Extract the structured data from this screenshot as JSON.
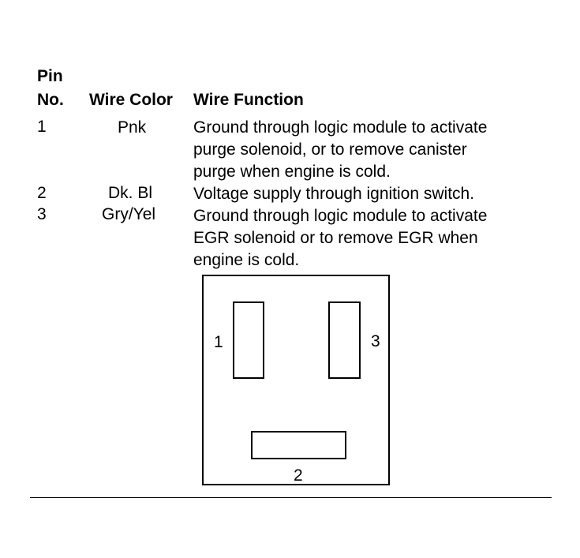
{
  "header": {
    "pin_label_line1": "Pin",
    "pin_label_line2": "No.",
    "wire_color": "Wire Color",
    "wire_function": "Wire Function"
  },
  "rows": [
    {
      "pin": "1",
      "color": "Pnk",
      "function_lines": [
        "Ground through logic module to activate",
        "purge solenoid, or to remove canister",
        "purge when engine is cold."
      ]
    },
    {
      "pin": "2",
      "color": "Dk. Bl",
      "function_lines": [
        "Voltage supply through ignition switch."
      ]
    },
    {
      "pin": "3",
      "color": "Gry/Yel",
      "function_lines": [
        "Ground through logic module to activate",
        "EGR solenoid or to remove EGR when",
        "engine is cold."
      ]
    }
  ],
  "diagram": {
    "terminal_labels": [
      "1",
      "3",
      "2"
    ]
  }
}
